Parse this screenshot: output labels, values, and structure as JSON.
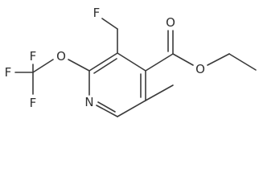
{
  "molecule": {
    "atoms": {
      "ring_nitrogen": "N",
      "fluoromethyl_fluorine": "F",
      "trifluoromethoxy_oxygen": "O",
      "cf3_fluorine_top": "F",
      "cf3_fluorine_left": "F",
      "cf3_fluorine_bottom": "F",
      "carbonyl_oxygen": "O",
      "ester_oxygen": "O"
    }
  }
}
